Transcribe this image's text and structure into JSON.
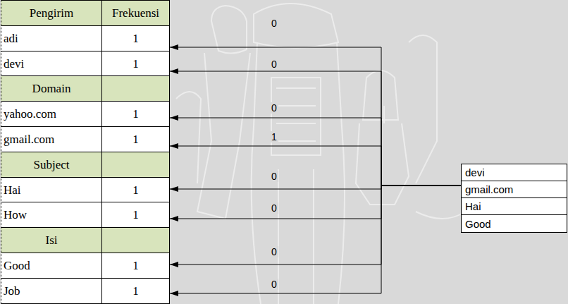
{
  "diagram": {
    "nodes": [
      {
        "text": [
          "Pengirim",
          "Frekuensi"
        ]
      },
      {
        "text": [
          "adi",
          "1"
        ]
      },
      {
        "text": [
          "devi",
          "1"
        ]
      },
      {
        "text": [
          "Domain"
        ]
      },
      {
        "text": [
          "yahoo.com",
          "1"
        ]
      },
      {
        "text": [
          "gmail.com",
          "1"
        ]
      },
      {
        "text": [
          "Subject"
        ]
      },
      {
        "text": [
          "Hai",
          "1"
        ]
      },
      {
        "text": [
          "How",
          "1"
        ]
      },
      {
        "text": [
          "Isi"
        ]
      },
      {
        "text": [
          "Good",
          "1"
        ]
      },
      {
        "text": [
          "Job",
          "1"
        ]
      },
      {
        "text": [
          "devi",
          "gmail.com",
          "Hai",
          "Good"
        ]
      }
    ],
    "edges": [
      {
        "from": 12,
        "to": 1,
        "arrow": "to",
        "label": "0"
      },
      {
        "from": 12,
        "to": 2,
        "arrow": "to",
        "label": "0"
      },
      {
        "from": 12,
        "to": 4,
        "arrow": "to",
        "label": "0"
      },
      {
        "from": 12,
        "to": 5,
        "arrow": "to",
        "label": "1"
      },
      {
        "from": 12,
        "to": 7,
        "arrow": "to",
        "label": "0"
      },
      {
        "from": 12,
        "to": 8,
        "arrow": "to",
        "label": "0"
      },
      {
        "from": 12,
        "to": 10,
        "arrow": "to",
        "label": "0"
      },
      {
        "from": 12,
        "to": 11,
        "arrow": "to",
        "label": "0"
      }
    ]
  }
}
